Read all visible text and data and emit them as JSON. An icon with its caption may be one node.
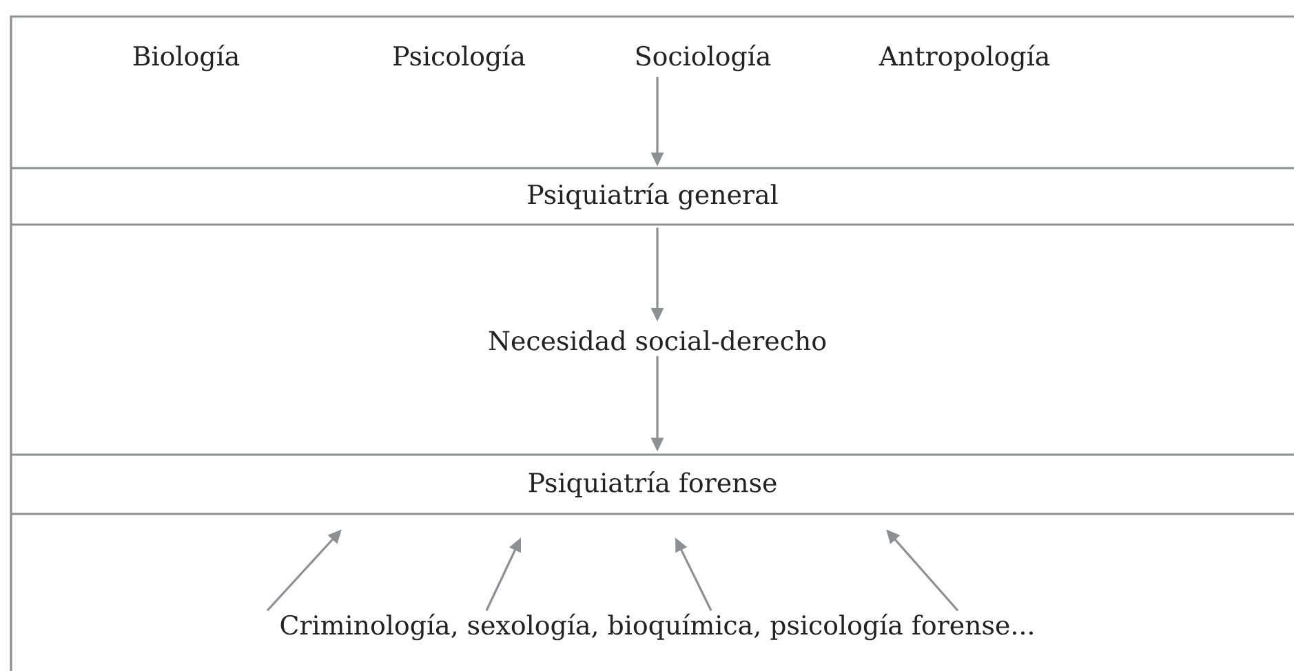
{
  "diagram": {
    "nodes": [
      {
        "text": [
          "Biología"
        ]
      },
      {
        "text": [
          "Psicología"
        ]
      },
      {
        "text": [
          "Sociología"
        ]
      },
      {
        "text": [
          "Antropología"
        ]
      },
      {
        "text": [
          "Psiquiatría general"
        ]
      },
      {
        "text": [
          "Necesidad social-derecho"
        ]
      },
      {
        "text": [
          "Psiquiatría forense"
        ]
      },
      {
        "text": [
          "Criminología, sexología, bioquímica, psicología forense..."
        ]
      }
    ],
    "edges": [
      {
        "from": 2,
        "to": 4,
        "arrow": "to"
      },
      {
        "from": 4,
        "to": 5,
        "arrow": "to"
      },
      {
        "from": 5,
        "to": 6,
        "arrow": "to"
      },
      {
        "from": 7,
        "to": 6,
        "arrow": "to"
      },
      {
        "from": 7,
        "to": 6,
        "arrow": "to"
      },
      {
        "from": 7,
        "to": 6,
        "arrow": "to"
      },
      {
        "from": 7,
        "to": 6,
        "arrow": "to"
      }
    ]
  }
}
